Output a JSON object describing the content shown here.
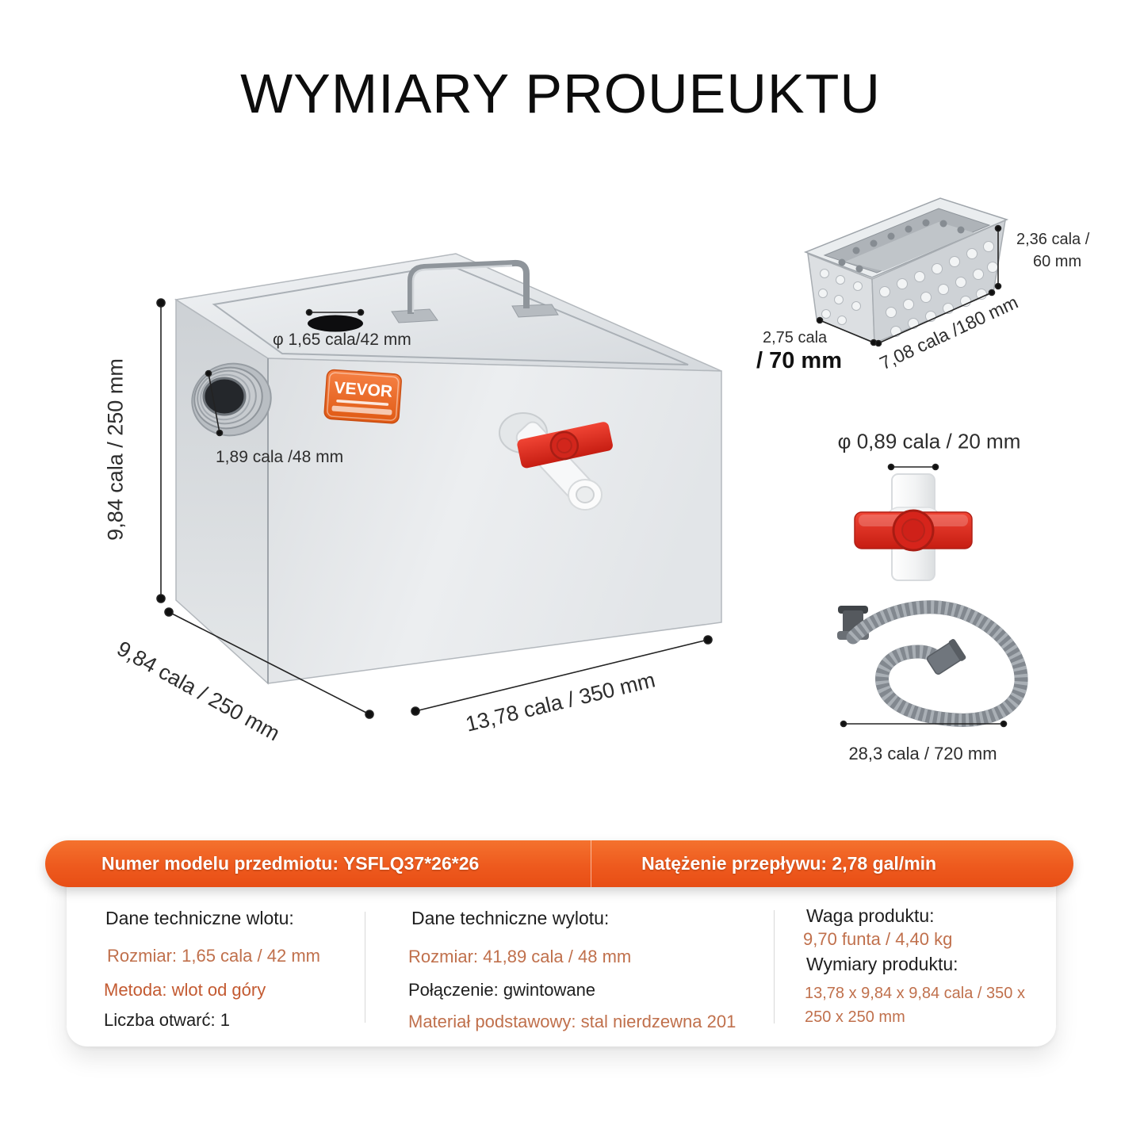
{
  "title": "WYMIARY PROUEUKTU",
  "colors": {
    "accent_orange": "#ee5a1e",
    "spec_text_orange": "#c0704c",
    "spec_text_orange_strong": "#c35a31",
    "valve_red": "#e02418"
  },
  "dimensions": {
    "box_height": "9,84 cala / 250 mm",
    "top_hole_diameter": "φ 1,65 cala/42 mm",
    "inlet_diameter": "1,89 cala /48 mm",
    "box_depth": "9,84 cala / 250 mm",
    "box_width": "13,78 cala / 350 mm",
    "basket_height_line1": "2,36 cala /",
    "basket_height_line2": "60 mm",
    "basket_width_line1": "2,75 cala",
    "basket_width_line2": "/ 70 mm",
    "basket_length": "7,08 cala /180 mm",
    "valve_diameter": "φ 0,89 cala / 20 mm",
    "hose_length": "28,3 cala / 720 mm"
  },
  "brand_badge": {
    "name": "VEVOR"
  },
  "info_bar": {
    "model_label": "Numer modelu przedmiotu: YSFLQ37*26*26",
    "flow_label": "Natężenie przepływu: 2,78 gal/min"
  },
  "spec_columns": {
    "inlet": {
      "heading": "Dane techniczne wlotu:",
      "row1": "Rozmiar: 1,65 cala / 42 mm",
      "row2": "Metoda: wlot od góry",
      "row3": "Liczba otwarć: 1"
    },
    "outlet": {
      "heading": "Dane techniczne wylotu:",
      "row1": "Rozmiar: 41,89 cala / 48 mm",
      "row2": "Połączenie: gwintowane",
      "row3": "Materiał podstawowy: stal nierdzewna 201"
    },
    "product": {
      "heading": "Waga produktu:",
      "weight": "9,70 funta / 4,40 kg",
      "dims_heading": "Wymiary produktu:",
      "dims_line1": "13,78 x 9,84 x 9,84 cala / 350 x",
      "dims_line2": "250 x 250 mm"
    }
  }
}
